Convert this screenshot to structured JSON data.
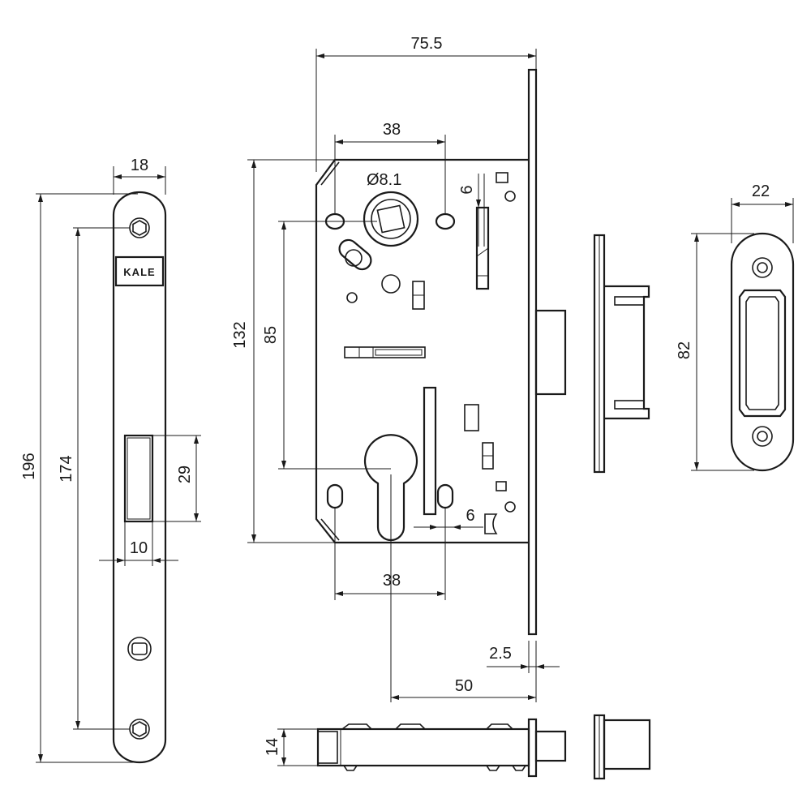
{
  "drawing": {
    "logo": "KALE",
    "faceplate_dims": {
      "width": "18",
      "total_height": "196",
      "screw_spacing": "174",
      "latch_height": "29",
      "latch_width": "10"
    },
    "lock_body_dims": {
      "total_width": "75.5",
      "handle_spacing_top": "38",
      "spindle_diameter": "Ø8.1",
      "small_offset_top": "6",
      "body_height": "132",
      "centre_distance": "85",
      "handle_spacing_bottom": "38",
      "small_offset_bottom": "6",
      "faceplate_thickness": "2.5",
      "backset": "50",
      "depth": "14"
    },
    "strike_plate_dims": {
      "width": "22",
      "height": "82"
    }
  }
}
